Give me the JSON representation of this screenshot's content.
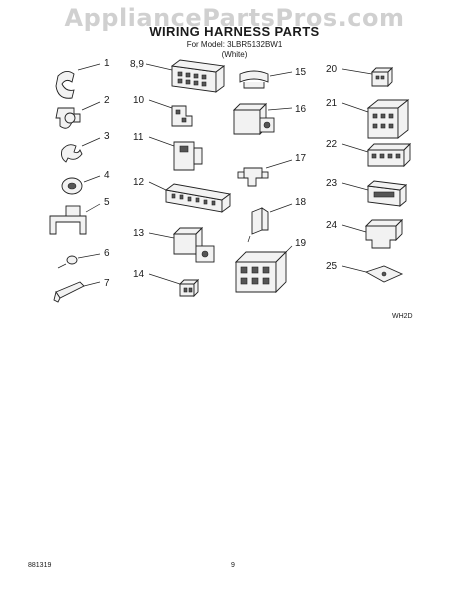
{
  "watermark": "AppliancePartsPros.com",
  "header": {
    "title": "WIRING HARNESS PARTS",
    "model_line": "For Model: 3LBR5132BW1",
    "color_line": "(White)"
  },
  "callouts": {
    "c1": "1",
    "c2": "2",
    "c3": "3",
    "c4": "4",
    "c5": "5",
    "c6": "6",
    "c7": "7",
    "c89": "8,9",
    "c10": "10",
    "c11": "11",
    "c12": "12",
    "c13": "13",
    "c14": "14",
    "c15": "15",
    "c16": "16",
    "c17": "17",
    "c18": "18",
    "c19": "19",
    "c20": "20",
    "c21": "21",
    "c22": "22",
    "c23": "23",
    "c24": "24",
    "c25": "25"
  },
  "diagram_code": "WH2D",
  "footer": {
    "doc_number": "881319",
    "page_number": "9"
  }
}
